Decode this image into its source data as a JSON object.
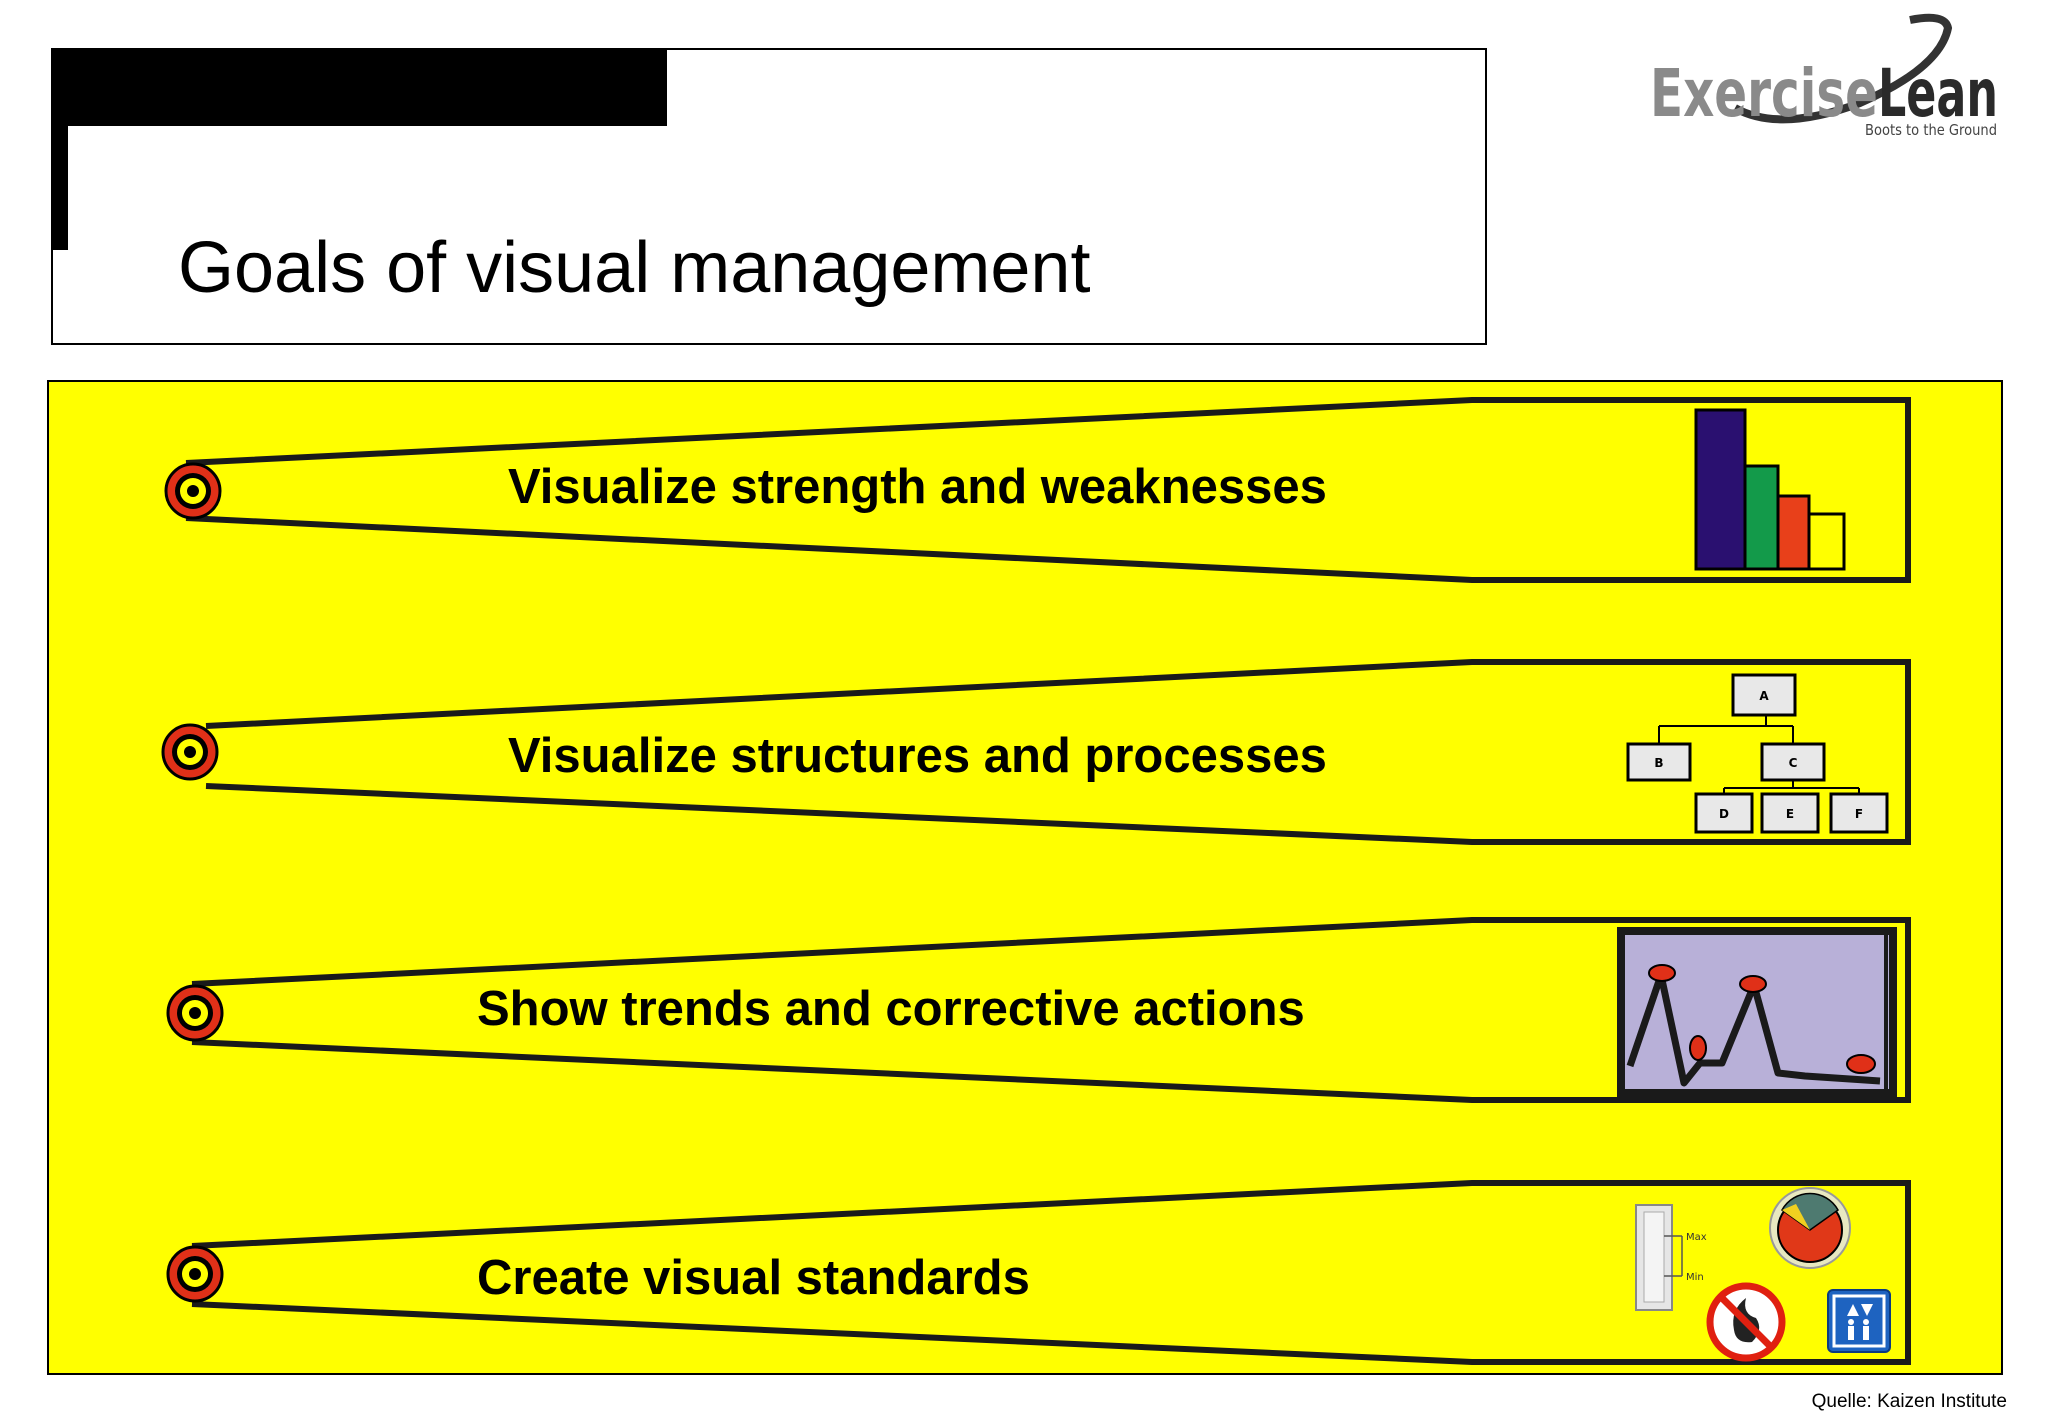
{
  "header": {
    "title": "Goals of visual management"
  },
  "logo": {
    "name_part1": "Exercise",
    "name_part2": "Lean",
    "tagline": "Boots to the Ground"
  },
  "goals": [
    {
      "label": "Visualize strength and weaknesses",
      "icon": "bar-chart-icon"
    },
    {
      "label": "Visualize structures and processes",
      "icon": "org-chart-icon"
    },
    {
      "label": "Show trends and corrective actions",
      "icon": "trend-chart-icon"
    },
    {
      "label": "Create visual standards",
      "icon": "visual-standards-icon"
    }
  ],
  "org_chart": {
    "nodes": [
      "A",
      "B",
      "C",
      "D",
      "E",
      "F"
    ]
  },
  "standards": {
    "gauge_max": "Max",
    "gauge_min": "Min"
  },
  "footer": {
    "source": "Quelle: Kaizen Institute"
  },
  "colors": {
    "panel": "#ffff00",
    "target_red": "#e03018",
    "bar_purple": "#2a1070",
    "bar_green": "#139a4a",
    "bar_red": "#e8401a",
    "trend_bg": "#b8b0d8",
    "sign_blue": "#1e63c0"
  }
}
